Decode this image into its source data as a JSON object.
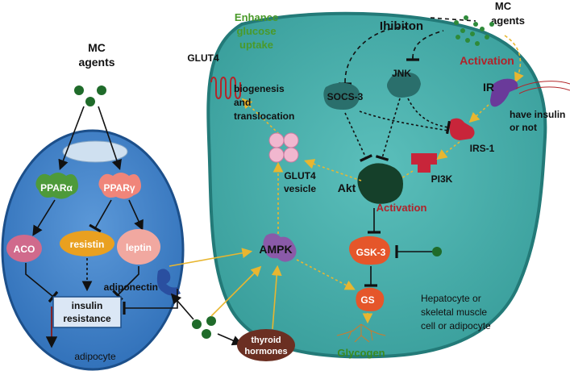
{
  "left_cell": {
    "title": "MC\nagents",
    "title_line1": "MC",
    "title_line2": "agents",
    "ppara": "PPARα",
    "pparg": "PPARγ",
    "aco": "ACO",
    "resistin": "resistin",
    "leptin": "leptin",
    "insulin_resistance_line1": "insulin",
    "insulin_resistance_line2": "resistance",
    "adipocyte": "adipocyte"
  },
  "middle": {
    "adiponectin": "adiponectin",
    "thyroid_line1": "thyroid",
    "thyroid_line2": "hormones"
  },
  "right_cell": {
    "enhance_line1": "Enhance",
    "enhance_line2": "glucose",
    "enhance_line3": "uptake",
    "glut4": "GLUT4",
    "biogenesis_line1": "biogenesis",
    "biogenesis_line2": "and",
    "biogenesis_line3": "translocation",
    "glut4_vesicle_line1": "GLUT4",
    "glut4_vesicle_line2": "vesicle",
    "inhibition": "Ihibiton",
    "mc_agents_line1": "MC",
    "mc_agents_line2": "agents",
    "activation_top": "Activation",
    "jnk": "JNK",
    "socs3": "SOCS-3",
    "ir": "IR",
    "have_insulin_line1": "have insulin",
    "have_insulin_line2": "or not",
    "irs1": "IRS-1",
    "pi3k": "PI3K",
    "akt": "Akt",
    "activation_mid": "Activation",
    "ampk": "AMPK",
    "gsk3": "GSK-3",
    "gs": "GS",
    "glycogen": "Glycogen",
    "cell_type_line1": "Hepatocyte or",
    "cell_type_line2": "skeletal muscle",
    "cell_type_line3": "cell or adipocyte"
  },
  "colors": {
    "right_cell_fill": "#3fa9a6",
    "right_cell_stroke": "#237a78",
    "left_cell_fill": "#3f7fc9",
    "enhance_green": "#4a9a2a",
    "activation_red": "#b0232a",
    "glycogen_green": "#3a8a20",
    "dark_green_dot": "#1f6b2a",
    "yellow_arrow": "#e8b630"
  }
}
